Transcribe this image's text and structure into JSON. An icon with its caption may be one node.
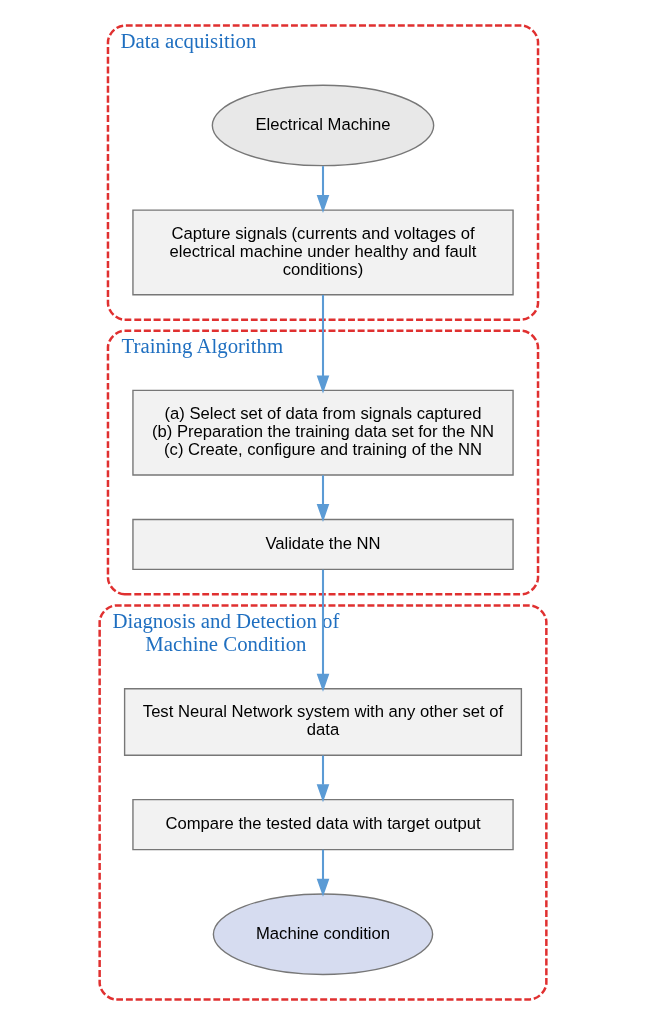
{
  "diagram": {
    "nodes": [
      {
        "text": [
          "Data acquisition"
        ]
      },
      {
        "text": [
          "Electrical Machine"
        ],
        "in": 0
      },
      {
        "text": [
          "Capture signals (currents and voltages of electrical machine under healthy and fault conditions)"
        ],
        "in": 0
      },
      {
        "text": [
          "Training Algorithm"
        ]
      },
      {
        "text": [
          "(a) Select set of data from signals captured",
          "(b) Preparation the training data set for the NN",
          "(c) Create, configure and training of the NN"
        ],
        "in": 3
      },
      {
        "text": [
          "Validate the NN"
        ],
        "in": 3
      },
      {
        "text": [
          "Diagnosis and Detection of Machine Condition"
        ]
      },
      {
        "text": [
          "Test Neural Network system with any other set of data"
        ],
        "in": 6
      },
      {
        "text": [
          "Compare the tested data with target output"
        ],
        "in": 6
      },
      {
        "text": [
          "Machine condition"
        ],
        "in": 6
      }
    ],
    "edges": [
      {
        "from": 1,
        "to": 2,
        "arrow": "to"
      },
      {
        "from": 2,
        "to": 4,
        "arrow": "to"
      },
      {
        "from": 4,
        "to": 5,
        "arrow": "to"
      },
      {
        "from": 5,
        "to": 7,
        "arrow": "to"
      },
      {
        "from": 7,
        "to": 8,
        "arrow": "to"
      },
      {
        "from": 8,
        "to": 9,
        "arrow": "to"
      }
    ]
  }
}
